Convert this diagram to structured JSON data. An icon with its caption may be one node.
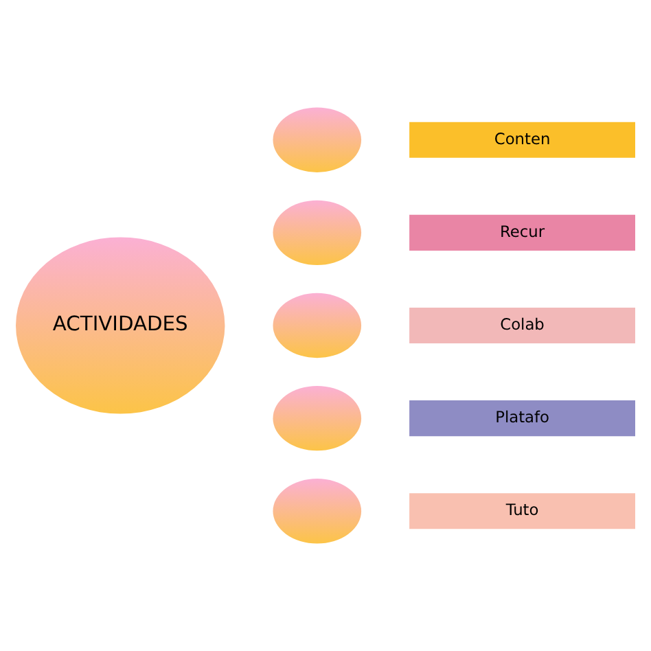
{
  "diagram": {
    "nodes": [
      {
        "text": [
          "ACTIVIDADES"
        ]
      },
      {
        "text": [],
        "shape": "circle"
      },
      {
        "text": [],
        "shape": "circle"
      },
      {
        "text": [],
        "shape": "circle"
      },
      {
        "text": [],
        "shape": "circle"
      },
      {
        "text": [],
        "shape": "circle"
      },
      {
        "text": [
          "Conten"
        ]
      },
      {
        "text": [
          "Recur"
        ]
      },
      {
        "text": [
          "Colab"
        ]
      },
      {
        "text": [
          "Platafo"
        ]
      },
      {
        "text": [
          "Tuto"
        ]
      }
    ],
    "edges": []
  }
}
